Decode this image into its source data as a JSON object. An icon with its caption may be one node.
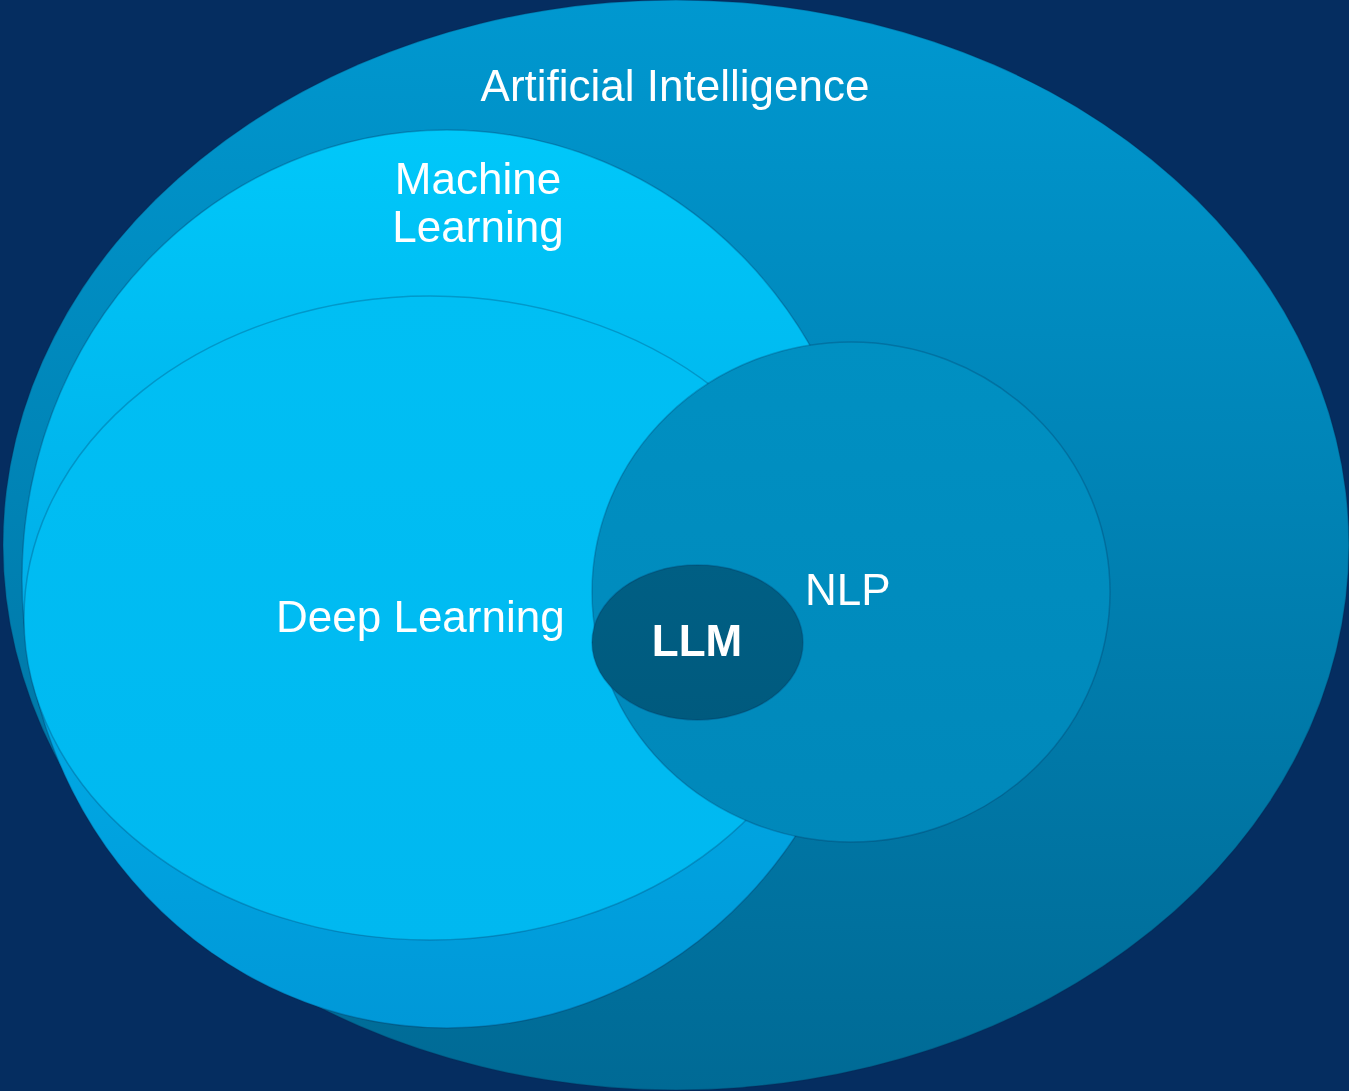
{
  "diagram": {
    "nodes": [
      {
        "text": [
          "Artificial Intelligence"
        ]
      },
      {
        "text": [
          "Machine Learning"
        ],
        "in": 0
      },
      {
        "text": [
          "Deep Learning"
        ],
        "in": 1
      },
      {
        "text": [
          "NLP"
        ],
        "in": 0
      },
      {
        "text": [
          "LLM"
        ]
      }
    ],
    "edges": []
  }
}
